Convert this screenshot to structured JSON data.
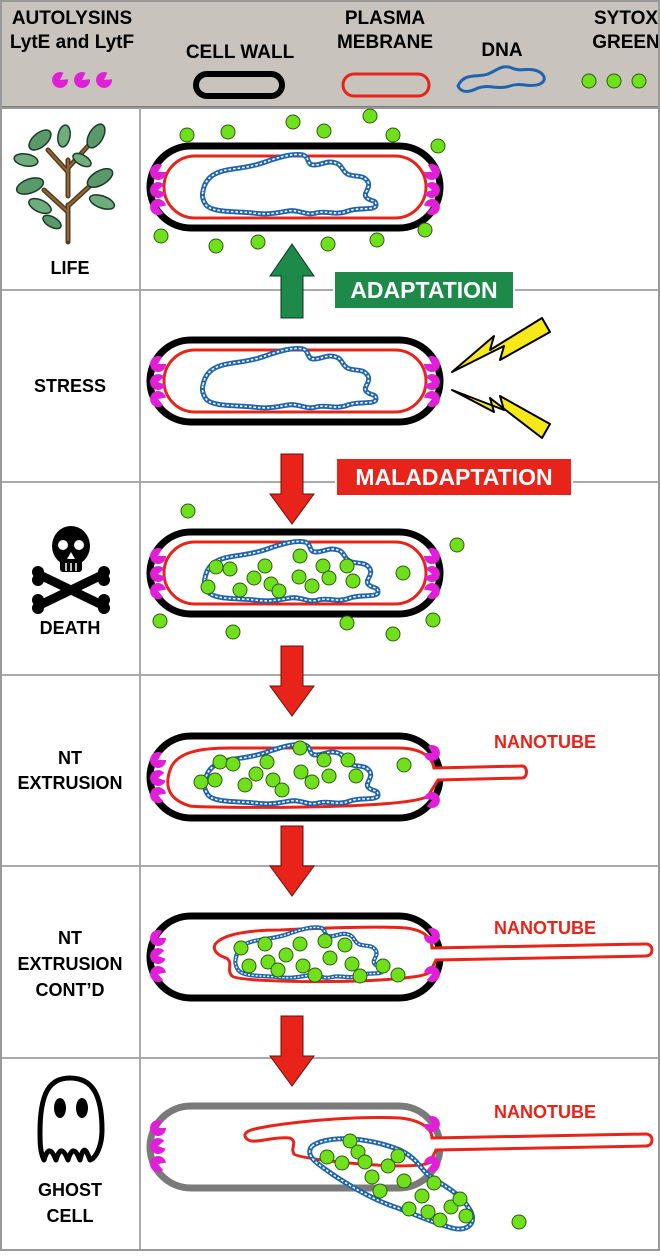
{
  "legend": {
    "autolysins_line1": "AUTOLYSINS",
    "autolysins_line2": "LytE and LytF",
    "cell_wall": "CELL WALL",
    "plasma_line1": "PLASMA",
    "plasma_line2": "MEBRANE",
    "dna": "DNA",
    "sytox_line1": "SYTOX",
    "sytox_line2": "GREEN"
  },
  "rows": [
    {
      "id": "life",
      "lines": [
        "LIFE"
      ]
    },
    {
      "id": "stress",
      "lines": [
        "STRESS"
      ]
    },
    {
      "id": "death",
      "lines": [
        "DEATH"
      ]
    },
    {
      "id": "nt-extrusion",
      "lines": [
        "NT",
        "EXTRUSION"
      ]
    },
    {
      "id": "nt-extrusion-contd",
      "lines": [
        "NT",
        "EXTRUSION",
        "CONT’D"
      ]
    },
    {
      "id": "ghost-cell",
      "lines": [
        "GHOST",
        "CELL"
      ]
    }
  ],
  "labels": {
    "adaptation": "ADAPTATION",
    "maladaptation": "MALADAPTATION",
    "nanotube_1": "NANOTUBE",
    "nanotube_2": "NANOTUBE",
    "nanotube_3": "NANOTUBE"
  },
  "colors": {
    "header_bg": "#c8c3bc",
    "cell_wall": "#000000",
    "ghost_wall": "#7a7a7a",
    "membrane": "#e8241a",
    "dna": "#1f64ae",
    "sytox": "#6ee01c",
    "autolysin": "#e21fd8",
    "adaptation": "#1e8a4a",
    "maladaptation": "#e8241a",
    "bolt": "#f7e81a"
  },
  "icons": [
    "tree-icon",
    "skull-crossbones-icon",
    "ghost-icon",
    "lightning-bolt-icon"
  ]
}
